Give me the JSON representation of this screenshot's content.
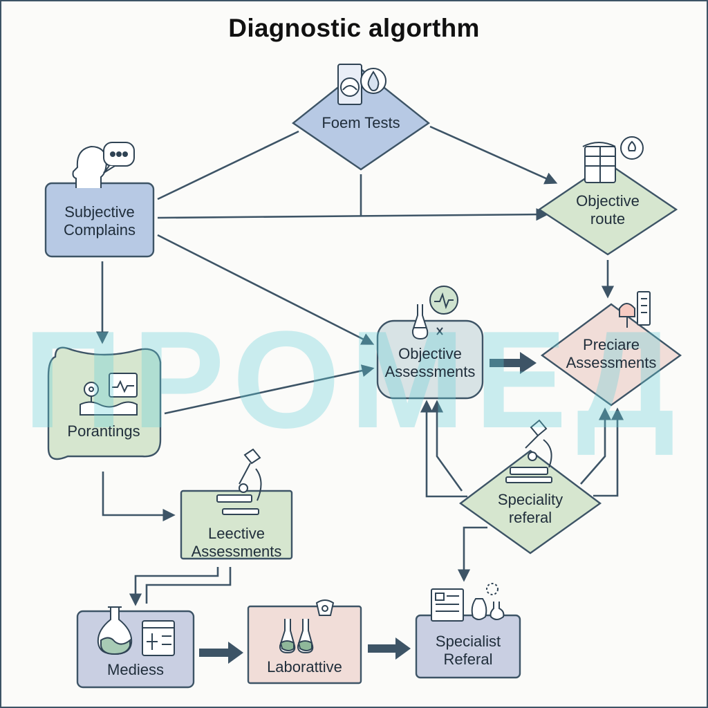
{
  "title": "Diagnostic algorthm",
  "watermark": "ПРОМЕД",
  "colors": {
    "blue": "#b7c9e4",
    "green": "#d6e6cf",
    "pink": "#f1ddd8",
    "lavender": "#c9cfe2",
    "stroke": "#3d5466",
    "arrow": "#3d5466",
    "watermark_heart": "#f4a7ac"
  },
  "nodes": {
    "foem_tests": {
      "line1": "Foem Tests",
      "icon": "document-drop-icon"
    },
    "subjective": {
      "line1": "Subjective",
      "line2": "Complains",
      "icon": "speaking-head-icon"
    },
    "objective_route": {
      "line1": "Objective",
      "line2": "route",
      "icon": "lab-equipment-icon"
    },
    "objective_assess": {
      "line1": "Objective",
      "line2": "Assessments",
      "icon": "flask-heartbeat-icon"
    },
    "preciare": {
      "line1": "Preciare",
      "line2": "Assessments",
      "icon": "test-tube-icon"
    },
    "porantings": {
      "line1": "Porantings",
      "icon": "monitor-icon"
    },
    "speciality": {
      "line1": "Speciality",
      "line2": "referal",
      "icon": "microscope-icon"
    },
    "leective": {
      "line1": "Leective",
      "line2": "Assessments",
      "icon": "microscope-icon"
    },
    "mediess": {
      "line1": "Mediess",
      "icon": "flask-chart-icon"
    },
    "laborattive": {
      "line1": "Laborattive",
      "icon": "flasks-icon"
    },
    "specialist": {
      "line1": "Specialist",
      "line2": "Referal",
      "icon": "report-flask-icon"
    }
  }
}
